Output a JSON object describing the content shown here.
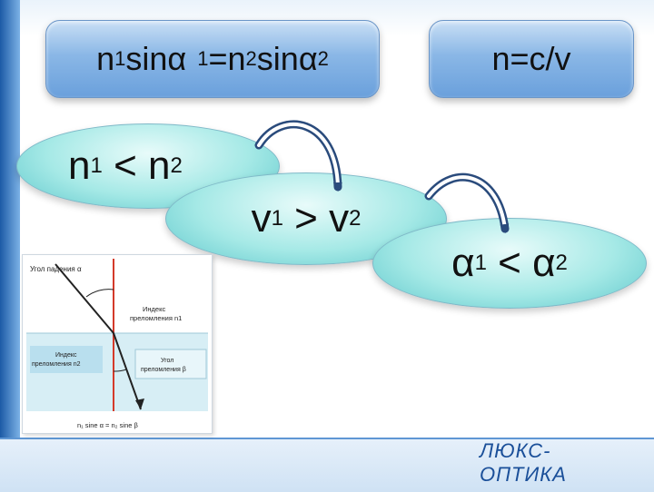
{
  "formulas": {
    "snell": {
      "n1": "n",
      "sub1": "1",
      "sin1": "sinα",
      "sub_alpha1": "1",
      "eq": "=",
      "n2": "n",
      "sub2": "2",
      "sin2": "sinα",
      "sub_alpha2": "2"
    },
    "speed": "n=c/v"
  },
  "relations": {
    "n": {
      "var": "n",
      "sub_left": "1",
      "op": " < ",
      "var2": "n",
      "sub_right": "2"
    },
    "v": {
      "var": "v",
      "sub_left": "1",
      "op": " > ",
      "var2": "v",
      "sub_right": "2"
    },
    "alpha": {
      "var": "α",
      "sub_left": "1",
      "op": " < ",
      "var2": "α",
      "sub_right": "2"
    }
  },
  "diagram": {
    "incidence_label": "Угол падения α",
    "n1_label_line1": "Индекс",
    "n1_label_line2": "преломления n1",
    "n2_label_line1": "Индекс",
    "n2_label_line2": "преломления n2",
    "refraction_label_line1": "Угол",
    "refraction_label_line2": "преломления β",
    "formula": "n₁ sine α = n₂ sine β",
    "colors": {
      "upper_medium": "#ffffff",
      "lower_medium": "#d7eef5",
      "normal": "#d43a2a",
      "ray": "#222222"
    }
  },
  "logo": {
    "text": "ЛЮКС-ОПТИКА"
  },
  "colors": {
    "formula_box": "#8ab7e6",
    "ellipse": "#a5e9e6",
    "sidebar": "#1c5aa6",
    "arrow_stroke": "#2a4b7c"
  }
}
